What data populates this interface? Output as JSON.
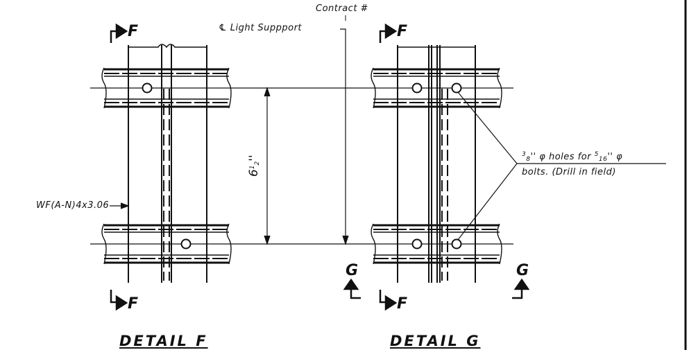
{
  "contract_label": "Contract #",
  "light_support_label": "℄ Light Suppport",
  "member_label": "WF(A-N)4x3.06",
  "dimension": {
    "whole": "6",
    "num": "1",
    "den": "2",
    "unit": "''"
  },
  "holes_note": {
    "line1": {
      "a": "3",
      "b": "8",
      "c": "'' φ holes for ",
      "d": "5",
      "e": "16",
      "f": "'' φ"
    },
    "line2": "bolts. (Drill in field)"
  },
  "section_F": "F",
  "section_G": "G",
  "detail_F_title": "DETAIL F",
  "detail_G_title": "DETAIL G",
  "colors": {
    "ink": "#111111",
    "paper": "#ffffff"
  }
}
